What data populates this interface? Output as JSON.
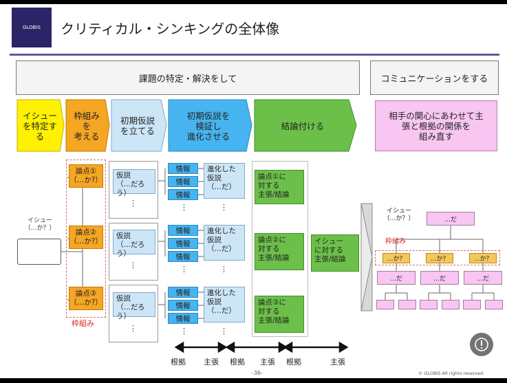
{
  "header": {
    "logo_text": "GLOBIS",
    "title": "クリティカル・シンキングの全体像"
  },
  "sections": {
    "left_heading": "課題の特定・解決をして",
    "right_heading": "コミュニケーションをする"
  },
  "steps": [
    {
      "label": "イシュー\nを特定す\nる"
    },
    {
      "label": "枠組み\nを\n考える"
    },
    {
      "label": "初期仮説\nを立てる"
    },
    {
      "label": "初期仮説を\n検証し\n進化させる"
    },
    {
      "label": "結論付ける"
    },
    {
      "label": "相手の関心にあわせて主\n張と根拠の関係を\n組み直す"
    }
  ],
  "diagram": {
    "issue_label": "イシュー\n（…か？）",
    "framework_caption": "枠組み",
    "points": [
      {
        "label": "論点①\n（…か?）",
        "hypothesis": "仮説\n（…だろう）",
        "evolved": "進化した\n仮説\n（…だ）",
        "claim": "論点①に\n対する\n主張/結論"
      },
      {
        "label": "論点②\n（…か?）",
        "hypothesis": "仮説\n（…だろう）",
        "evolved": "進化した\n仮説\n（…だ）",
        "claim": "論点②に\n対する\n主張/結論"
      },
      {
        "label": "論点③\n（…か?）",
        "hypothesis": "仮説\n（…だろう）",
        "evolved": "進化した\n仮説\n（…だ）",
        "claim": "論点③に\n対する\n主張/結論"
      }
    ],
    "info_label": "情報",
    "ellipsis": "⋮",
    "final_claim": "イシュー\nに対する\n主張/結論",
    "bottom_labels": [
      "根拠",
      "主張",
      "根拠",
      "主張",
      "根拠",
      "主張"
    ]
  },
  "pyramid": {
    "issue_label": "イシュー\n（…か？）",
    "top": "…だ",
    "framework_caption": "枠組み",
    "questions": [
      "…か？",
      "…か？",
      "…か？"
    ],
    "answers": [
      "…だ",
      "…だ",
      "…だ"
    ]
  },
  "footer": {
    "page": "-36-",
    "copyright": "©  GLOBIS All rights reserved."
  }
}
